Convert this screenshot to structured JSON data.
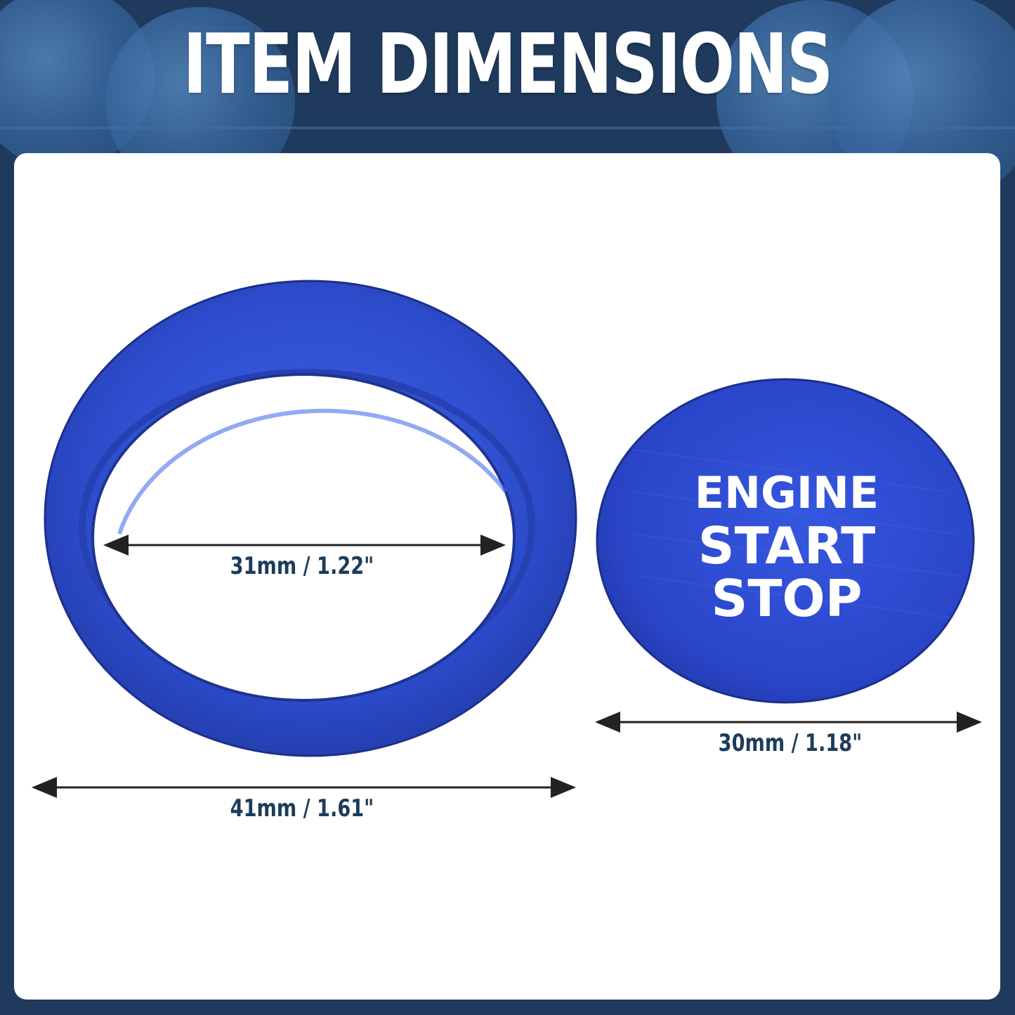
{
  "title": "ITEM DIMENSIONS",
  "colors": {
    "header_bg": "#1f3a5c",
    "panel_bg": "#ffffff",
    "product_blue": "#2f4fd0",
    "label_color": "#1d3c5a"
  },
  "ring": {
    "inner_dimension": "31mm / 1.22\"",
    "outer_dimension": "41mm / 1.61\""
  },
  "button_cap": {
    "lines": [
      "ENGINE",
      "START",
      "STOP"
    ],
    "dimension": "30mm / 1.18\""
  }
}
